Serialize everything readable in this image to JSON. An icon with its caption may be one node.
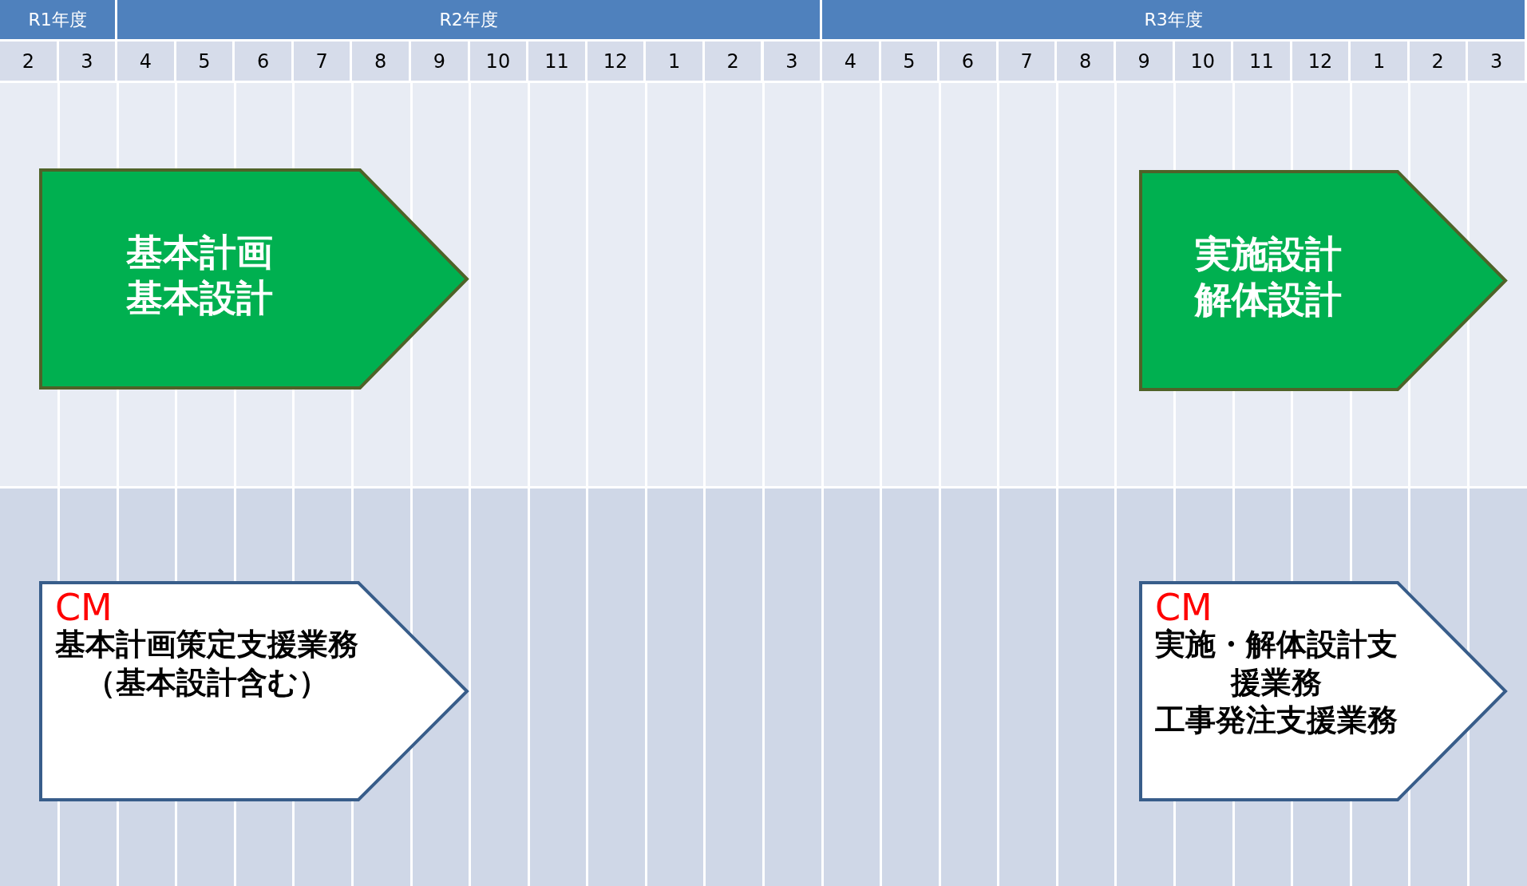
{
  "diagram": {
    "nodes": [
      {
        "text": [
          "基本計画",
          "基本設計"
        ]
      },
      {
        "text": [
          "実施設計",
          "解体設計"
        ]
      },
      {
        "text": [
          "CM",
          "基本計画策定支援業務（基本設計含む）"
        ]
      },
      {
        "text": [
          "CM",
          "実施・解体設計支援業務",
          "工事発注支援業務"
        ]
      }
    ],
    "labels": [
      "R1年度",
      "R2年度",
      "R3年度",
      "2",
      "3",
      "4",
      "5",
      "6",
      "7",
      "8",
      "9",
      "10",
      "11",
      "12",
      "1",
      "2",
      "3",
      "4",
      "5",
      "6",
      "7",
      "8",
      "9",
      "10",
      "11",
      "12",
      "1",
      "2",
      "3"
    ]
  }
}
